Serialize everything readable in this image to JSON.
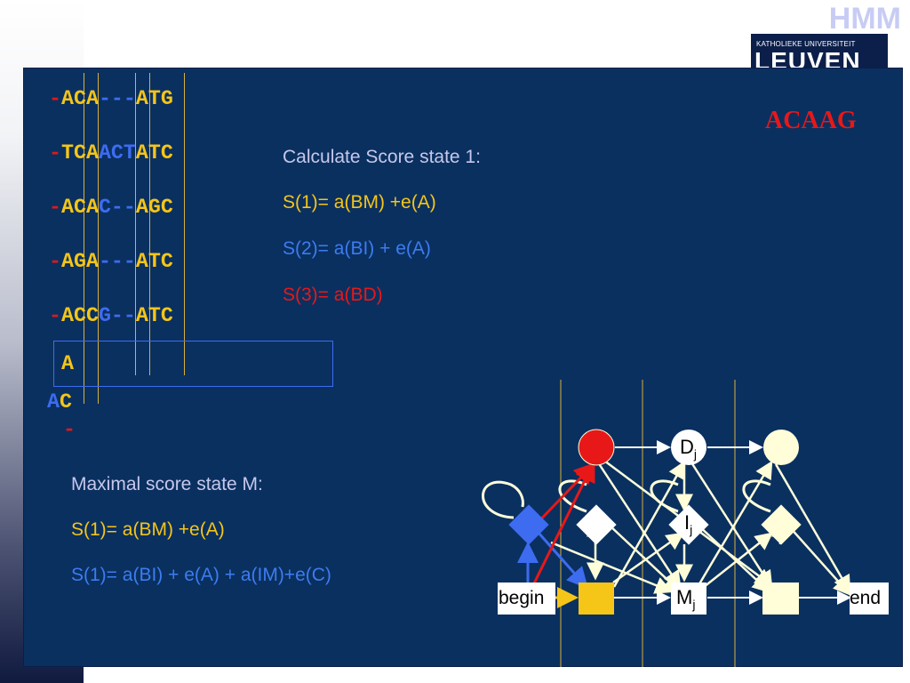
{
  "header": {
    "title": "HMM",
    "logo_top": "KATHOLIEKE UNIVERSITEIT",
    "logo_main": "LEUVEN"
  },
  "alignment": {
    "rows": [
      [
        {
          "t": "-",
          "c": "r"
        },
        {
          "t": "ACA",
          "c": "y"
        },
        {
          "t": "---",
          "c": "b"
        },
        {
          "t": "ATG",
          "c": "y"
        }
      ],
      [
        {
          "t": "-",
          "c": "r"
        },
        {
          "t": "TCA",
          "c": "y"
        },
        {
          "t": "ACT",
          "c": "b"
        },
        {
          "t": "ATC",
          "c": "y"
        }
      ],
      [
        {
          "t": "-",
          "c": "r"
        },
        {
          "t": "ACA",
          "c": "y"
        },
        {
          "t": "C--",
          "c": "b"
        },
        {
          "t": "AGC",
          "c": "y"
        }
      ],
      [
        {
          "t": "-",
          "c": "r"
        },
        {
          "t": "AGA",
          "c": "y"
        },
        {
          "t": "---",
          "c": "b"
        },
        {
          "t": "ATC",
          "c": "y"
        }
      ],
      [
        {
          "t": "-",
          "c": "r"
        },
        {
          "t": "ACC",
          "c": "y"
        },
        {
          "t": "G--",
          "c": "b"
        },
        {
          "t": "ATC",
          "c": "y"
        }
      ]
    ],
    "input_letter": "A",
    "ac_a": "A",
    "ac_c": "C",
    "gap": "-"
  },
  "target_sequence": "ACAAG",
  "score_state_1": {
    "heading": "Calculate Score state 1:",
    "s1": "S(1)= a(BM) +e(A)",
    "s2": "S(2)= a(BI) + e(A)",
    "s3": "S(3)= a(BD)"
  },
  "max_score": {
    "heading": "Maximal score state M:",
    "line1": "S(1)= a(BM) +e(A)",
    "line2": "S(1)= a(BI) + e(A) + a(IM)+e(C)"
  },
  "diagram": {
    "begin": "begin",
    "end": "end",
    "d_label": "D",
    "i_label": "I",
    "m_label": "M",
    "subscript": "j"
  },
  "colors": {
    "panel": "#0a3060",
    "highlight_red": "#e81818",
    "highlight_blue": "#3d6cf0",
    "highlight_yellow": "#f5c518",
    "node_cream": "#fffed8"
  }
}
